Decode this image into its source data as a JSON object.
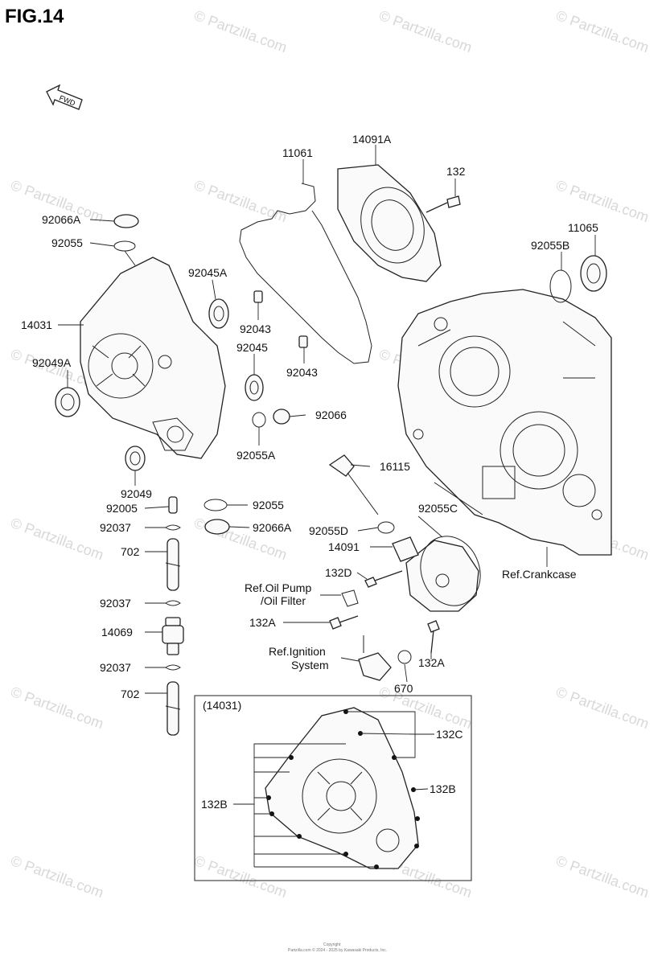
{
  "figure_title": "FIG.14",
  "watermark_text": "© Partzilla.com",
  "fwd_label": "FWD",
  "detail_label": "(14031)",
  "labels": {
    "p11061": "11061",
    "p14091A": "14091A",
    "p132": "132",
    "p92066A_top": "92066A",
    "p92055_top": "92055",
    "p11065": "11065",
    "p92055B": "92055B",
    "p92045A": "92045A",
    "p14031": "14031",
    "p92043a": "92043",
    "p92045": "92045",
    "p92049A": "92049A",
    "p92043b": "92043",
    "p92066": "92066",
    "p92055A": "92055A",
    "p16115": "16115",
    "p92049": "92049",
    "p92005": "92005",
    "p92055_mid": "92055",
    "p92055C": "92055C",
    "p92037a": "92037",
    "p92066A_mid": "92066A",
    "p92055D": "92055D",
    "p702a": "702",
    "p14091": "14091",
    "pRefCrankcase": "Ref.Crankcase",
    "p132D": "132D",
    "pRefOil1": "Ref.Oil Pump",
    "pRefOil2": "/Oil Filter",
    "p92037b": "92037",
    "p132A_a": "132A",
    "p14069": "14069",
    "pRefIgn1": "Ref.Ignition",
    "pRefIgn2": "System",
    "p132A_b": "132A",
    "p92037c": "92037",
    "p670": "670",
    "p702b": "702",
    "p132C": "132C",
    "p132B_r": "132B",
    "p132B_l": "132B"
  },
  "footer": {
    "line1": "Copyright",
    "line2": "Partzilla.com © 2024 - 2025 by Kawasaki Products, Inc."
  }
}
